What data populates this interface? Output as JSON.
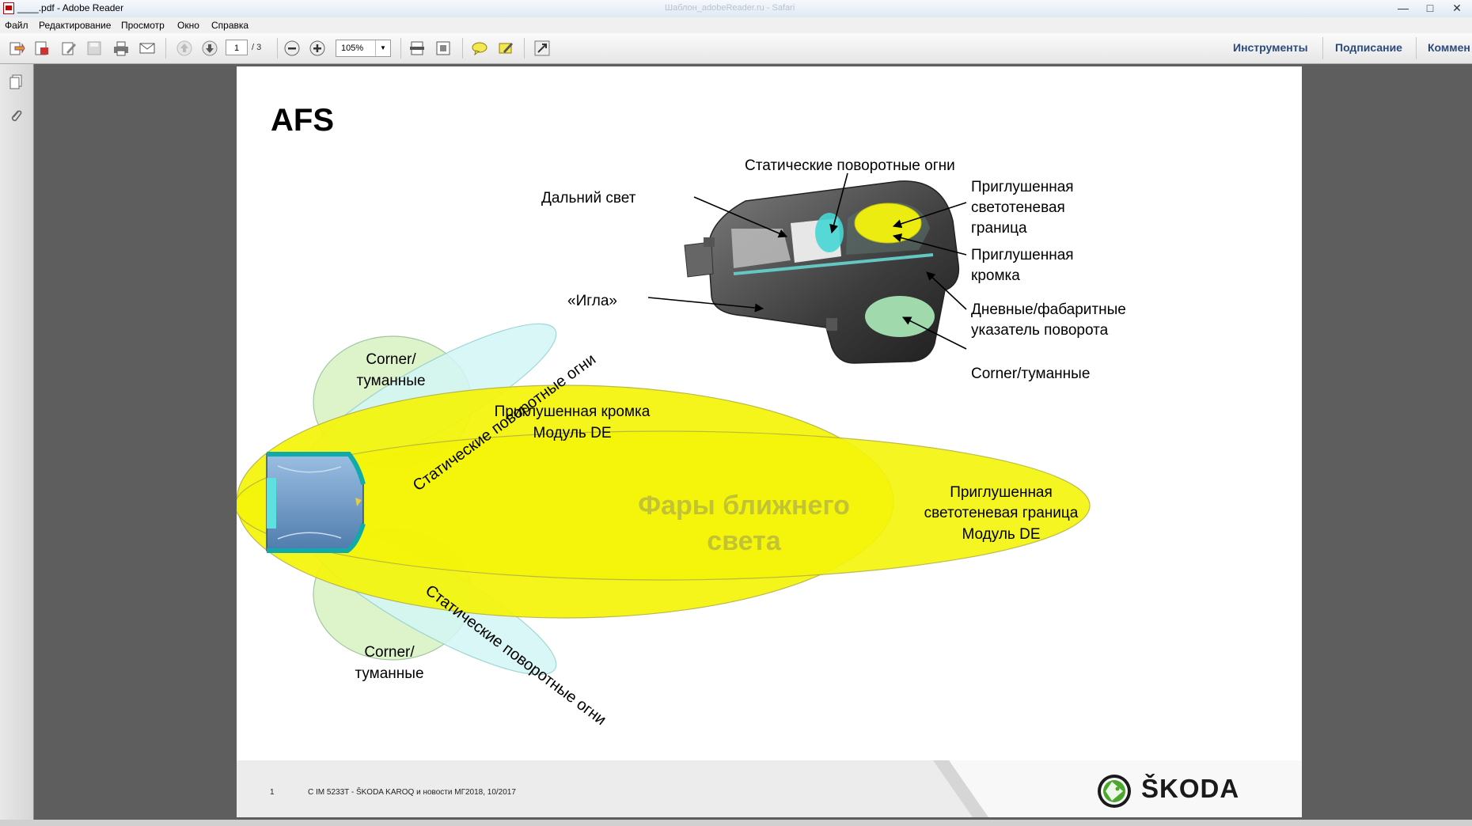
{
  "window": {
    "title": "____.pdf - Adobe Reader",
    "faded_title": "Шаблон_adobeReader.ru - Safari"
  },
  "menu": [
    "Файл",
    "Редактирование",
    "Просмотр",
    "Окно",
    "Справка"
  ],
  "toolbar": {
    "current_page": "1",
    "total_pages": "/ 3",
    "zoom": "105%"
  },
  "right_panel": {
    "tools": "Инструменты",
    "sign": "Подписание",
    "comment": "Коммен"
  },
  "slide": {
    "title": "AFS",
    "labels": {
      "static_turn": "Статические поворотные огни",
      "high_beam": "Дальний свет",
      "needle": "«Игла»",
      "dimmed_cutoff": [
        "Приглушенная",
        "светотеневая",
        "граница"
      ],
      "dimmed_edge": [
        "Приглушенная",
        "кромка"
      ],
      "drl": [
        "Дневные/фабаритные",
        "указатель поворота"
      ],
      "corner_fog": "Corner/туманные"
    },
    "beam_labels": {
      "corner_top": [
        "Corner/",
        "туманные"
      ],
      "static_top": "Статические поворотные огни",
      "edge_module": [
        "Приглушенная кромка",
        "Модуль DE"
      ],
      "low_beam": [
        "Фары ближнего",
        "света"
      ],
      "cutoff_module": [
        "Приглушенная",
        "светотеневая граница",
        "Модуль DE"
      ],
      "static_bottom": "Статические поворотные огни",
      "corner_bottom": [
        "Corner/",
        "туманные"
      ]
    },
    "footer": {
      "page": "1",
      "text": "С IM 5233T - ŠKODA KAROQ и новости МГ2018, 10/2017",
      "brand": "ŠKODA"
    },
    "colors": {
      "yellow": "#f5f50a",
      "light_green": "#dcf3c8",
      "light_cyan": "#d4f6f6",
      "low_beam_text": "#c2c235"
    }
  }
}
